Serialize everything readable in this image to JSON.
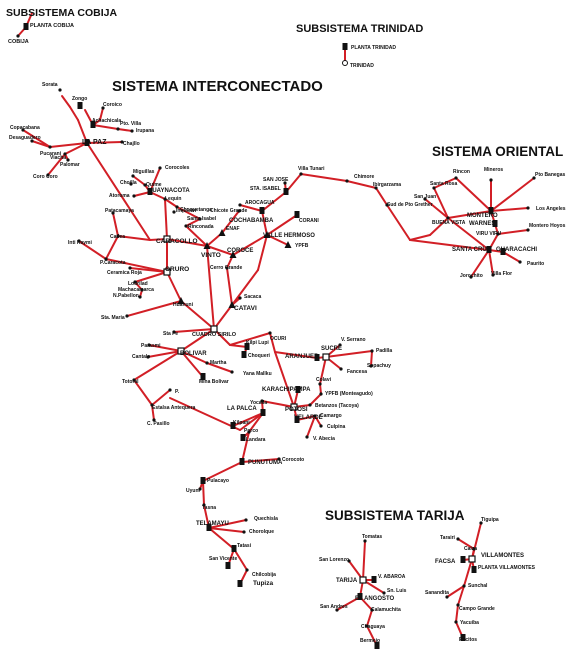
{
  "headings": {
    "cobija": "SUBSISTEMA COBIJA",
    "trinidad": "SUBSISTEMA TRINIDAD",
    "interconectado": "SISTEMA INTERCONECTADO",
    "oriental": "SISTEMA ORIENTAL",
    "tarija": "SUBSISTEMA TARIJA"
  },
  "colors": {
    "line": "#d21f26",
    "text": "#111111",
    "background": "#ffffff"
  },
  "places": [
    {
      "id": "planta-cobija",
      "label": "PLANTA COBIJA",
      "sym": "plant"
    },
    {
      "id": "cobija",
      "label": "COBIJA",
      "sym": "dot"
    },
    {
      "id": "planta-trinidad",
      "label": "PLANTA TRINIDAD",
      "sym": "plant"
    },
    {
      "id": "trinidad",
      "label": "TRINIDAD",
      "sym": "ring"
    },
    {
      "id": "sorata",
      "label": "Sorata",
      "sym": "dot"
    },
    {
      "id": "zongo",
      "label": "Zongo",
      "sym": "plant"
    },
    {
      "id": "coroico",
      "label": "Coroico",
      "sym": "dot"
    },
    {
      "id": "achachicala",
      "label": "Achachicala",
      "sym": "plant"
    },
    {
      "id": "pto-villa",
      "label": "Pto. Villa",
      "sym": "dot"
    },
    {
      "id": "irupana",
      "label": "Irupana",
      "sym": "dot"
    },
    {
      "id": "copacabana",
      "label": "Copacabana",
      "sym": "dot"
    },
    {
      "id": "desaguadero",
      "label": "Desaguadero",
      "sym": "dot"
    },
    {
      "id": "la-paz",
      "label": "LA PAZ",
      "sym": "plant"
    },
    {
      "id": "chajllo",
      "label": "Chajllo",
      "sym": "dot"
    },
    {
      "id": "pucarani",
      "label": "Pucarani",
      "sym": "dot"
    },
    {
      "id": "viacha",
      "label": "Viacha",
      "sym": "dot"
    },
    {
      "id": "palomar",
      "label": "Palomar",
      "sym": "dot"
    },
    {
      "id": "coro-coro",
      "label": "Coro Coro",
      "sym": "dot"
    },
    {
      "id": "miguillas",
      "label": "Miguillas",
      "sym": "dot"
    },
    {
      "id": "corocoles",
      "label": "Corocoles",
      "sym": "dot"
    },
    {
      "id": "chojlla",
      "label": "Chojlla",
      "sym": "dot"
    },
    {
      "id": "quime",
      "label": "Quime",
      "sym": "dot"
    },
    {
      "id": "huaynacota",
      "label": "HUAYNACOTA",
      "sym": "plant"
    },
    {
      "id": "atoroma",
      "label": "Atoroma",
      "sym": "dot"
    },
    {
      "id": "lequin",
      "label": "Lequin",
      "sym": "dot"
    },
    {
      "id": "choquetanga",
      "label": "Choquetanga",
      "sym": "dot"
    },
    {
      "id": "inquisivi",
      "label": "Inquisivi",
      "sym": "dot"
    },
    {
      "id": "santa-isabel",
      "label": "Santa Isabel",
      "sym": "dot"
    },
    {
      "id": "rinconada",
      "label": "Rinconada",
      "sym": "dot"
    },
    {
      "id": "patacamaya",
      "label": "Patacamaya",
      "sym": "dot"
    },
    {
      "id": "caracollo",
      "label": "CARACOLLO",
      "sym": "sub"
    },
    {
      "id": "cadea",
      "label": "Cadea",
      "sym": "dot"
    },
    {
      "id": "caracota",
      "label": "P.Caracota",
      "sym": "dot"
    },
    {
      "id": "vinto",
      "label": "VINTO",
      "sym": "tri"
    },
    {
      "id": "enaf",
      "label": "ENAF",
      "sym": "tri"
    },
    {
      "id": "chicote-grande",
      "label": "Chicote Grande",
      "sym": "dot"
    },
    {
      "id": "inti-raymi",
      "label": "Inti Raymi",
      "sym": "dot"
    },
    {
      "id": "ceramica-roja",
      "label": "Ceramica Roja",
      "sym": "dot"
    },
    {
      "id": "oruro",
      "label": "ORURO",
      "sym": "sub"
    },
    {
      "id": "lodrilad",
      "label": "Lodrilad",
      "sym": "dot"
    },
    {
      "id": "machacamarca",
      "label": "Machacamarca",
      "sym": "dot"
    },
    {
      "id": "n-pabellon",
      "label": "N.Pabellon",
      "sym": "dot"
    },
    {
      "id": "huanuni",
      "label": "Huanuni",
      "sym": "tri"
    },
    {
      "id": "sta-maria",
      "label": "Sta. Maria",
      "sym": "dot"
    },
    {
      "id": "sta-fe",
      "label": "Sta Fe",
      "sym": "dot"
    },
    {
      "id": "catavi",
      "label": "CATAVI",
      "sym": "tri"
    },
    {
      "id": "sacaca",
      "label": "Sacaca",
      "sym": "dot"
    },
    {
      "id": "cerro-grande",
      "label": "Cerro Grande",
      "sym": "dot"
    },
    {
      "id": "coroce",
      "label": "COROCE",
      "sym": "tri"
    },
    {
      "id": "arocagua",
      "label": "AROCAGUA",
      "sym": "dot"
    },
    {
      "id": "cochabamba",
      "label": "COCHABAMBA",
      "sym": "plant"
    },
    {
      "id": "sta-isabel",
      "label": "STA. ISABEL",
      "sym": "plant"
    },
    {
      "id": "san-jose",
      "label": "SAN JOSE",
      "sym": "dot"
    },
    {
      "id": "villa-tunari",
      "label": "Villa Tunari",
      "sym": "dot"
    },
    {
      "id": "corani",
      "label": "CORANI",
      "sym": "plant"
    },
    {
      "id": "valle-hermoso",
      "label": "VALLE HERMOSO",
      "sym": "tri"
    },
    {
      "id": "ypfb",
      "label": "YPFB",
      "sym": "tri"
    },
    {
      "id": "chimore",
      "label": "Chimore",
      "sym": "dot"
    },
    {
      "id": "ibirgarzama",
      "label": "Ibirgarzama",
      "sym": "dot"
    },
    {
      "id": "sud-pto-grether",
      "label": "Sud de Pto Grether",
      "sym": "dot"
    },
    {
      "id": "cuadro-sirilo",
      "label": "CUADRO SIRILO",
      "sym": "sub"
    },
    {
      "id": "ocuri",
      "label": "OCURI",
      "sym": "dot"
    },
    {
      "id": "kilpi",
      "label": "Kilpi Lupi",
      "sym": "plant"
    },
    {
      "id": "choquetari",
      "label": "Choqueri",
      "sym": "plant"
    },
    {
      "id": "parasmi",
      "label": "Parasmi",
      "sym": "dot"
    },
    {
      "id": "bolivar",
      "label": "BOLIVAR",
      "sym": "sub"
    },
    {
      "id": "cantalo",
      "label": "Cantalo",
      "sym": "dot"
    },
    {
      "id": "martha",
      "label": "Martha",
      "sym": "dot"
    },
    {
      "id": "yana-mallku",
      "label": "Yana Mallku",
      "sym": "dot"
    },
    {
      "id": "mina-bolivar",
      "label": "Mina Bolivar",
      "sym": "plant"
    },
    {
      "id": "totoral",
      "label": "Totoral",
      "sym": "dot"
    },
    {
      "id": "estalsa",
      "label": "Estalsa Antequera",
      "sym": "dot"
    },
    {
      "id": "pelotero",
      "label": "P.",
      "sym": "dot"
    },
    {
      "id": "c-pasillo",
      "label": "C. Pasillo",
      "sym": "dot"
    },
    {
      "id": "aranjuez",
      "label": "ARANJUEZ",
      "sym": "plant"
    },
    {
      "id": "sucre",
      "label": "SUCRE",
      "sym": "sub"
    },
    {
      "id": "v-serrano",
      "label": "V. Serrano",
      "sym": "dot"
    },
    {
      "id": "padilla",
      "label": "Padilla",
      "sym": "dot"
    },
    {
      "id": "sopachuy",
      "label": "Sopachuy",
      "sym": "dot"
    },
    {
      "id": "fancesa",
      "label": "Fancesa",
      "sym": "dot"
    },
    {
      "id": "karachipampa",
      "label": "KARACHIPAMPA",
      "sym": "plant"
    },
    {
      "id": "yocalla",
      "label": "Yocalla",
      "sym": "dot"
    },
    {
      "id": "colavi",
      "label": "Colavi",
      "sym": "dot"
    },
    {
      "id": "ypfb-monteagudo",
      "label": "YPFB (Monteagudo)",
      "sym": "dot"
    },
    {
      "id": "betanzos",
      "label": "Betanzos (Tacoya)",
      "sym": "dot"
    },
    {
      "id": "la-palca",
      "label": "LA PALCA",
      "sym": "plant"
    },
    {
      "id": "potosi",
      "label": "POTOSI",
      "sym": "sub"
    },
    {
      "id": "velarde",
      "label": "VELARDE",
      "sym": "plant"
    },
    {
      "id": "kilpani",
      "label": "Kilpani",
      "sym": "plant"
    },
    {
      "id": "camargo",
      "label": "Camargo",
      "sym": "dot"
    },
    {
      "id": "culpina",
      "label": "Culpina",
      "sym": "dot"
    },
    {
      "id": "v-abecia",
      "label": "V. Abecia",
      "sym": "dot"
    },
    {
      "id": "porco",
      "label": "Porco",
      "sym": "dot"
    },
    {
      "id": "landara",
      "label": "Landara",
      "sym": "plant"
    },
    {
      "id": "corocoto",
      "label": "Corocoto",
      "sym": "dot"
    },
    {
      "id": "punutuma",
      "label": "PUNUTUMA",
      "sym": "plant"
    },
    {
      "id": "uyuni",
      "label": "Uyuni",
      "sym": "dot"
    },
    {
      "id": "pulacayo",
      "label": "Pulacayo",
      "sym": "plant"
    },
    {
      "id": "tasna",
      "label": "Tasna",
      "sym": "dot"
    },
    {
      "id": "telamayu",
      "label": "TELAMAYU",
      "sym": "plant"
    },
    {
      "id": "quechisla",
      "label": "Quechisla",
      "sym": "dot"
    },
    {
      "id": "chorolque",
      "label": "Chorolque",
      "sym": "dot"
    },
    {
      "id": "tatasi",
      "label": "Tatasi",
      "sym": "plant"
    },
    {
      "id": "san-vicente",
      "label": "San Vicente",
      "sym": "plant"
    },
    {
      "id": "chilcobija",
      "label": "Chilcobija",
      "sym": "dot"
    },
    {
      "id": "tupiza",
      "label": "Tupiza",
      "sym": "plant"
    },
    {
      "id": "san-juan",
      "label": "San Juan",
      "sym": "dot"
    },
    {
      "id": "rincon",
      "label": "Rincon",
      "sym": "dot"
    },
    {
      "id": "santa-rosa",
      "label": "Santa Rosa",
      "sym": "dot"
    },
    {
      "id": "mineros",
      "label": "Mineros",
      "sym": "dot"
    },
    {
      "id": "pto-banegas",
      "label": "Pto Banegas",
      "sym": "dot"
    },
    {
      "id": "buena-vista",
      "label": "BUENA VISTA",
      "sym": "dot"
    },
    {
      "id": "montero",
      "label": "MONTERO",
      "sym": "plant"
    },
    {
      "id": "warnes",
      "label": "WARNES",
      "sym": "plant"
    },
    {
      "id": "los-angeles",
      "label": "Los Angeles",
      "sym": "dot"
    },
    {
      "id": "viru-viru",
      "label": "VIRU VIRU",
      "sym": "dot"
    },
    {
      "id": "montero-hoyos",
      "label": "Montero Hoyos",
      "sym": "dot"
    },
    {
      "id": "santa-cruz",
      "label": "SANTA CRUZ",
      "sym": "plant"
    },
    {
      "id": "guaracachi",
      "label": "GUARACACHI",
      "sym": "plant"
    },
    {
      "id": "paurito",
      "label": "Paurito",
      "sym": "dot"
    },
    {
      "id": "jorochito",
      "label": "Jorochito",
      "sym": "dot"
    },
    {
      "id": "villa-flor",
      "label": "Villa Flor",
      "sym": "dot"
    },
    {
      "id": "tomatas",
      "label": "Tomatas",
      "sym": "dot"
    },
    {
      "id": "san-lorenzo",
      "label": "San Lorenzo",
      "sym": "dot"
    },
    {
      "id": "tarija",
      "label": "TARIJA",
      "sym": "sub"
    },
    {
      "id": "v-abaroa",
      "label": "V. ABAROA",
      "sym": "plant"
    },
    {
      "id": "san-luis",
      "label": "Sn. Luis",
      "sym": "dot"
    },
    {
      "id": "el-angosto",
      "label": "EL ANGOSTO",
      "sym": "plant"
    },
    {
      "id": "san-andres",
      "label": "San Andres",
      "sym": "dot"
    },
    {
      "id": "calamuchita",
      "label": "Calamuchita",
      "sym": "dot"
    },
    {
      "id": "chaguaya",
      "label": "Chaguaya",
      "sym": "dot"
    },
    {
      "id": "bermejo",
      "label": "Bermejo",
      "sym": "plant"
    },
    {
      "id": "tiguipa",
      "label": "Tiguipa",
      "sym": "dot"
    },
    {
      "id": "tarairi",
      "label": "Tarairi",
      "sym": "dot"
    },
    {
      "id": "caiza",
      "label": "Caiza",
      "sym": "dot"
    },
    {
      "id": "villamontes",
      "label": "VILLAMONTES",
      "sym": "sub"
    },
    {
      "id": "facsa",
      "label": "FACSA",
      "sym": "plant"
    },
    {
      "id": "planta-villamontes",
      "label": "PLANTA VILLAMONTES",
      "sym": "plant"
    },
    {
      "id": "suncho",
      "label": "Sunchal",
      "sym": "dot"
    },
    {
      "id": "sanandita",
      "label": "Sanandita",
      "sym": "dot"
    },
    {
      "id": "campo-grande",
      "label": "Campo Grande",
      "sym": "dot"
    },
    {
      "id": "yacuiba",
      "label": "Yacuiba",
      "sym": "dot"
    },
    {
      "id": "pocitos",
      "label": "Pocitos",
      "sym": "plant"
    }
  ]
}
